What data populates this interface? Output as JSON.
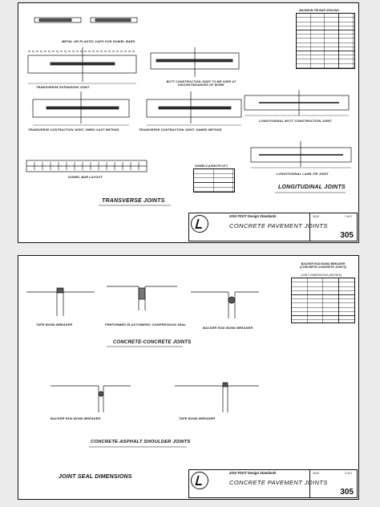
{
  "sheet1": {
    "labels": {
      "caps": "METAL OR PLASTIC CAPS FOR DOWEL BARS",
      "expansion": "TRANSVERSE EXPANSION JOINT",
      "butt": "BUTT CONSTRUCTION JOINT TO BE USED AT DISCONTINUANCES OF WORK",
      "vibro": "TRANSVERSE CONTRACTION JOINT, VIBRO CAST METHOD",
      "sawed": "TRANSVERSE CONTRACTION JOINT, SAWED METHOD",
      "dowel": "DOWEL BAR LAYOUT",
      "long_butt": "LONGITUDINAL BUTT CONSTRUCTION JOINT",
      "lane_tie": "LONGITUDINAL LANE-TIE JOINT",
      "long_joints": "LONGITUDINAL JOINTS",
      "transverse": "TRANSVERSE JOINTS"
    },
    "tables": {
      "spacing_title": "MAXIMUM TIE BAR SPACING",
      "dowels_title": "DOWELS (LENGTH 18\")"
    },
    "title_block": {
      "department": "2010 FDOT Design Standards",
      "title": "CONCRETE PAVEMENT JOINTS",
      "year": "2010",
      "sheet": "1 of 2",
      "index": "305"
    }
  },
  "sheet2": {
    "labels": {
      "tape_bond": "TAPE BOND BREAKER",
      "elastomeric": "PREFORMED ELASTOMERIC COMPRESSION SEAL",
      "backer": "BACKER ROD BOND BREAKER",
      "cc_joints": "CONCRETE-CONCRETE JOINTS",
      "backer2": "BACKER ROD BOND BREAKER",
      "tape_bond2": "TAPE BOND BREAKER",
      "shoulder": "CONCRETE-ASPHALT SHOULDER JOINTS",
      "dimensions": "JOINT   SEAL   DIMENSIONS"
    },
    "tables": {
      "backer_title": "BACKER ROD BOND BREAKER (CONCRETE-CONCRETE JOINTS)",
      "joint_dims": "JOINT DIMENSIONS (INCHES)"
    },
    "title_block": {
      "department": "2010 FDOT Design Standards",
      "title": "CONCRETE PAVEMENT JOINTS",
      "year": "2010",
      "sheet": "2 of 2",
      "index": "305"
    }
  }
}
